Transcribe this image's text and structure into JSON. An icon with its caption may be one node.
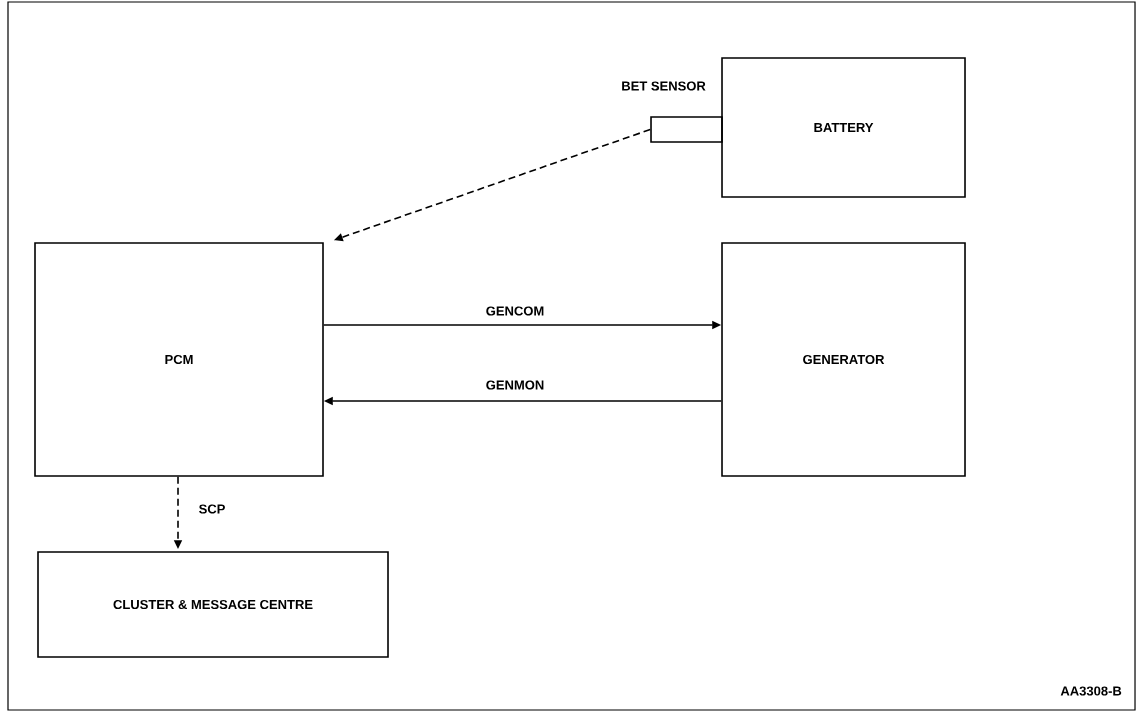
{
  "diagram": {
    "nodes": [
      {
        "text": [
          "BATTERY"
        ]
      },
      {
        "text": [
          "BET SENSOR"
        ]
      },
      {
        "text": [
          "PCM"
        ]
      },
      {
        "text": [
          "GENERATOR"
        ]
      },
      {
        "text": [
          "CLUSTER & MESSAGE CENTRE"
        ]
      }
    ],
    "edges": [
      {
        "from": 1,
        "to": 2,
        "arrow": "to",
        "style": "dashed"
      },
      {
        "from": 2,
        "to": 3,
        "arrow": "to",
        "label": "GENCOM"
      },
      {
        "from": 3,
        "to": 2,
        "arrow": "to",
        "label": "GENMON"
      },
      {
        "from": 2,
        "to": 4,
        "arrow": "to",
        "style": "dashed",
        "label": "SCP"
      }
    ],
    "labels": [
      "AA3308-B"
    ]
  }
}
